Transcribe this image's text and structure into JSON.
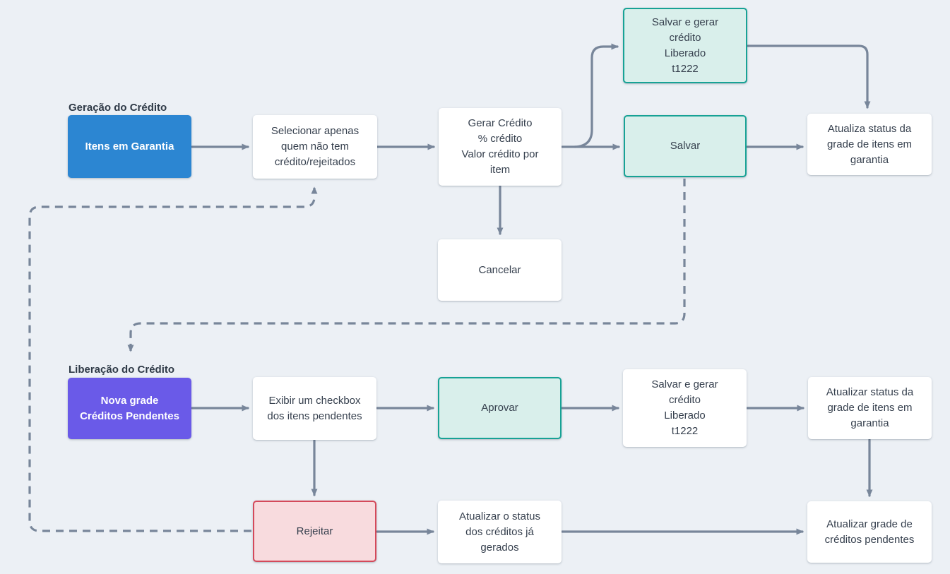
{
  "page": {
    "background": "#ECF0F5"
  },
  "palette": {
    "arrow": "#78869A",
    "text": "#36404E",
    "section_label_text": "#2F3A47",
    "blue_fill": "#2C86D2",
    "purple_fill": "#6A5AE8",
    "teal_fill": "#D9EFEB",
    "teal_border": "#17A295",
    "pink_fill": "#F8DBDE",
    "pink_border": "#D4495A",
    "white_fill": "#FFFFFF"
  },
  "sections": {
    "geracao": {
      "label": "Geração do Crédito"
    },
    "liberacao": {
      "label": "Liberação do Crédito"
    }
  },
  "nodes": {
    "itens_garantia": {
      "label": "Itens em Garantia",
      "style": "blue"
    },
    "selecionar": {
      "label": "Selecionar apenas\nquem não tem\ncrédito/rejeitados",
      "style": "white"
    },
    "gerar_credito": {
      "label": "Gerar Crédito\n% crédito\nValor crédito por\nitem",
      "style": "white"
    },
    "salvar_gerar_liberado_1": {
      "label": "Salvar e gerar\ncrédito\nLiberado\nt1222",
      "style": "teal"
    },
    "salvar": {
      "label": "Salvar",
      "style": "teal"
    },
    "atualiza_status_grade": {
      "label": "Atualiza status da\ngrade de itens em\ngarantia",
      "style": "white"
    },
    "cancelar": {
      "label": "Cancelar",
      "style": "white"
    },
    "nova_grade": {
      "label": "Nova grade\nCréditos Pendentes",
      "style": "purple"
    },
    "exibir_checkbox": {
      "label": "Exibir um checkbox\ndos itens pendentes",
      "style": "white"
    },
    "aprovar": {
      "label": "Aprovar",
      "style": "teal"
    },
    "salvar_gerar_liberado_2": {
      "label": "Salvar e gerar\ncrédito\nLiberado\nt1222",
      "style": "white"
    },
    "atualizar_status_grade": {
      "label": "Atualizar status da\ngrade de itens em\ngarantia",
      "style": "white"
    },
    "rejeitar": {
      "label": "Rejeitar",
      "style": "pink"
    },
    "atualizar_status_creditos": {
      "label": "Atualizar o status\ndos créditos já\ngerados",
      "style": "white"
    },
    "atualizar_grade_pendentes": {
      "label": "Atualizar grade de\ncréditos pendentes",
      "style": "white"
    }
  },
  "connectors": {
    "solid_style": "arrow",
    "dashed_style": "dashed arrow",
    "count_solid": 15,
    "count_dashed": 2
  }
}
